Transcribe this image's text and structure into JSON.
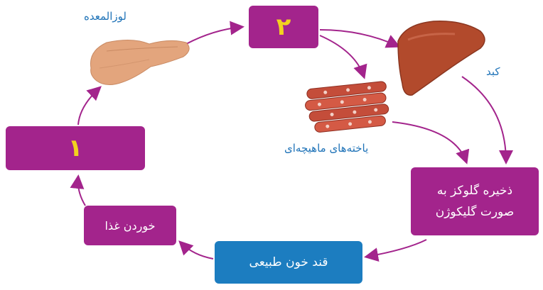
{
  "boxes": {
    "box_one": "۱",
    "box_two": "۲",
    "eating": "خوردن غذا",
    "normal_blood_sugar": "قند خون طبیعی",
    "glucose_storage": "ذخیره گلوکز به صورت گلیکوژن"
  },
  "labels": {
    "pancreas": "لوزالمعده",
    "liver": "کبد",
    "muscle_cells": "یاخته‌های ماهیچه‌ای"
  },
  "colors": {
    "box": "#a3248c",
    "box_blue": "#1c7dc0",
    "number": "#f2d21f",
    "label": "#1f73b8",
    "arrow": "#a3248c"
  }
}
